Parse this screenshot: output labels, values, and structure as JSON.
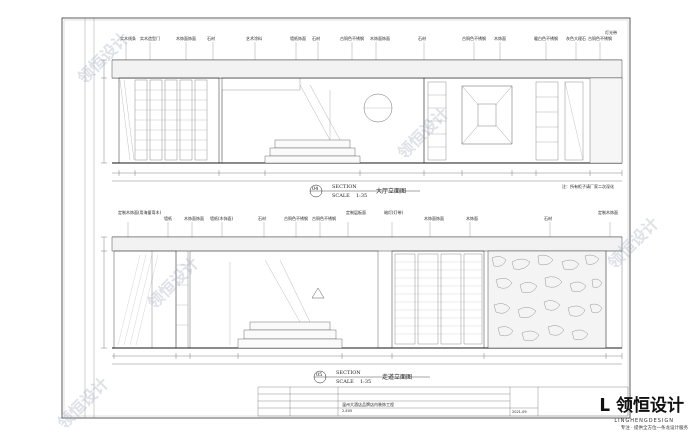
{
  "brand": {
    "name": "领恒设计",
    "sub": "LINGHENGDESIGN",
    "tagline": "专注 · 提供全方位一条龙设计服务"
  },
  "drawings": [
    {
      "number": "04",
      "section_word": "SECTION",
      "scale_word": "SCALE",
      "scale": "1:35",
      "title": "大厅立面图",
      "note": "注：所有柜子请厂家二次深化",
      "callouts": [
        "实木线条",
        "实木造型门",
        "木饰面饰面",
        "石材",
        "艺术涂料",
        "墙纸饰面",
        "石材",
        "古铜色不锈钢",
        "木饰面饰面",
        "石材",
        "古铜色不锈钢",
        "木饰面",
        "暖白色不锈钢",
        "灰色大理石",
        "古铜色不锈钢",
        "灯光带"
      ]
    },
    {
      "number": "05",
      "section_word": "SECTION",
      "scale_word": "SCALE",
      "scale": "1:35",
      "title": "走道立面图",
      "callouts": [
        "定制木饰面(用海量弯木)",
        "墙纸",
        "木饰面饰面",
        "墙纸(木饰面)",
        "石材",
        "古铜色不锈钢",
        "古铜色不锈钢",
        "定制层板面",
        "暗灯(灯带)",
        "木饰面饰面",
        "木饰面",
        "石材",
        "定制木饰面"
      ]
    }
  ],
  "title_block": {
    "project": "温州大酒店品牌店内装饰工程",
    "drawing_no": "2-E05",
    "date": "2021-09"
  }
}
